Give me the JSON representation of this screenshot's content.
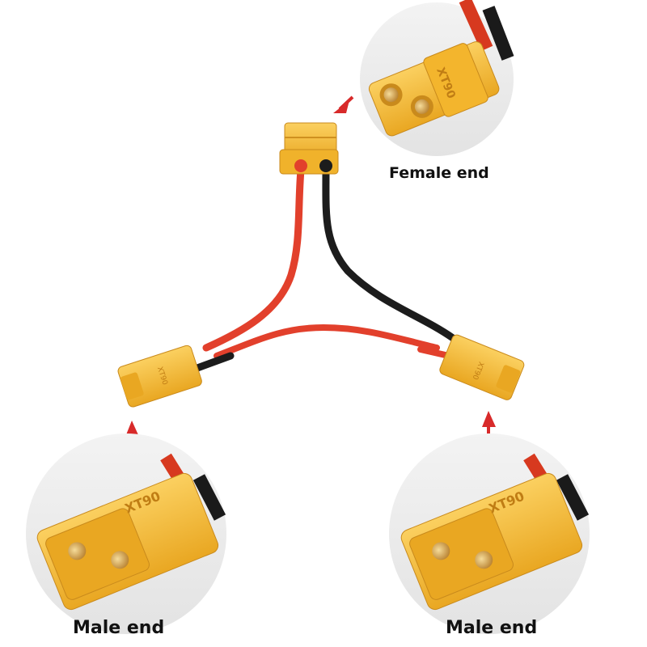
{
  "labels": {
    "female_end": "Female end",
    "male_end_left": "Male end",
    "male_end_right": "Male end"
  },
  "connector_marking": "XT90",
  "colors": {
    "connector_yellow": "#f5b731",
    "connector_shade": "#d9951c",
    "wire_red": "#e2402c",
    "wire_black": "#1c1c1c",
    "arrow_red": "#d82a2a",
    "circle_bg": "#ececec",
    "contact_gold": "#d7a24a"
  }
}
